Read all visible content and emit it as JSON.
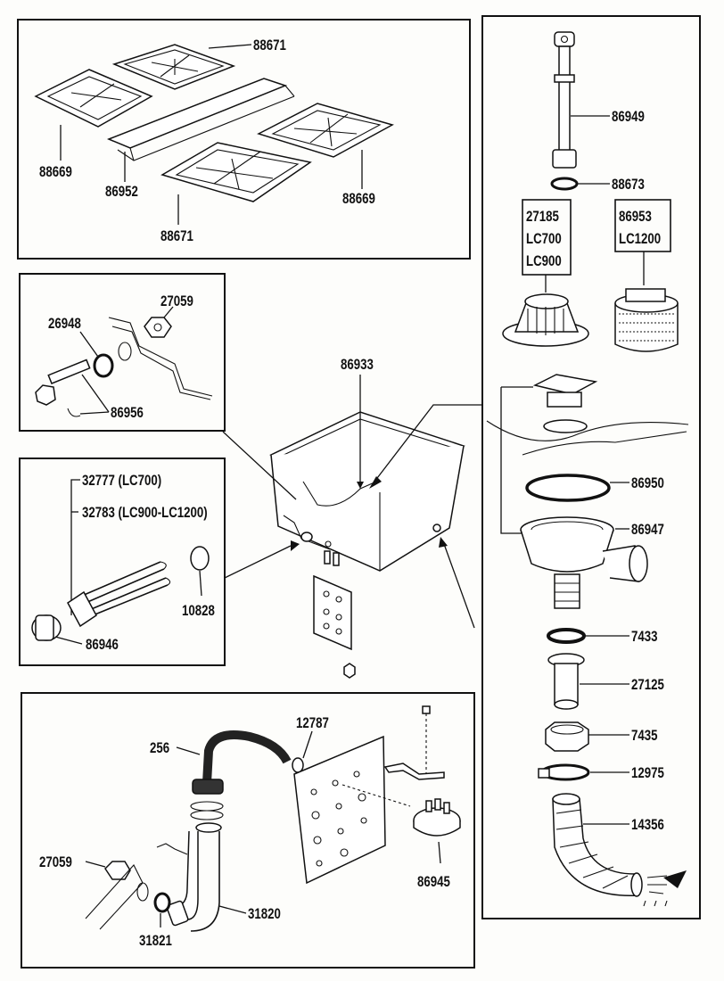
{
  "panels": {
    "filters": {
      "labels": [
        "88671",
        "88669",
        "86952",
        "88671",
        "88669"
      ]
    },
    "drain": {
      "labels": [
        "86949",
        "88673",
        "86950",
        "86947",
        "7433",
        "27125",
        "7435",
        "12975",
        "14356"
      ],
      "box_left": [
        "27185",
        "LC700",
        "LC900"
      ],
      "box_right": [
        "86953",
        "LC1200"
      ]
    },
    "nut_fitting": {
      "labels": [
        "27059",
        "26948",
        "86956"
      ]
    },
    "tank": {
      "label": "86933"
    },
    "heater": {
      "labels": [
        "32777 (LC700)",
        "32783 (LC900-LC1200)",
        "10828",
        "86946"
      ]
    },
    "pressure": {
      "labels": [
        "12787",
        "256",
        "27059",
        "31821",
        "31820",
        "86945"
      ]
    }
  }
}
